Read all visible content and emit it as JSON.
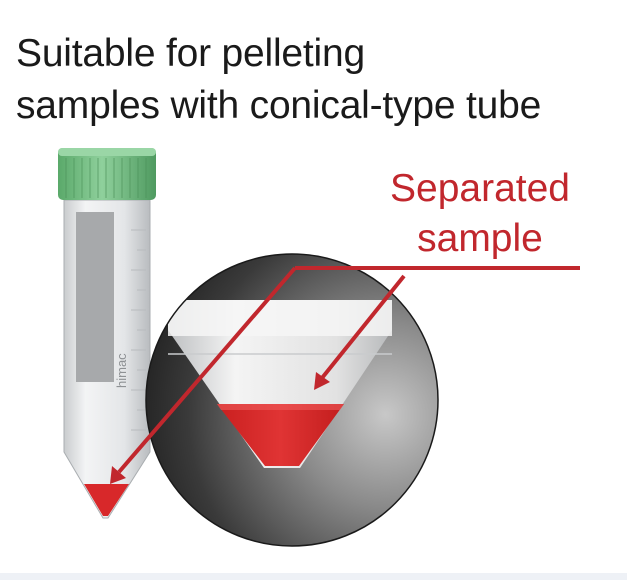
{
  "heading": {
    "line1": "Suitable for pelleting",
    "line2": "samples with conical-type tube"
  },
  "callout": {
    "line1": "Separated",
    "line2": "sample"
  },
  "tube": {
    "label_text": "himac",
    "cap_color": "#7cc08a",
    "body_color": "#e6e8ea"
  },
  "colors": {
    "sample": "#d42a2a",
    "pointer": "#c1272d",
    "magnifier_dark": "#2b2b2b",
    "magnifier_light": "#b3b3b3"
  }
}
